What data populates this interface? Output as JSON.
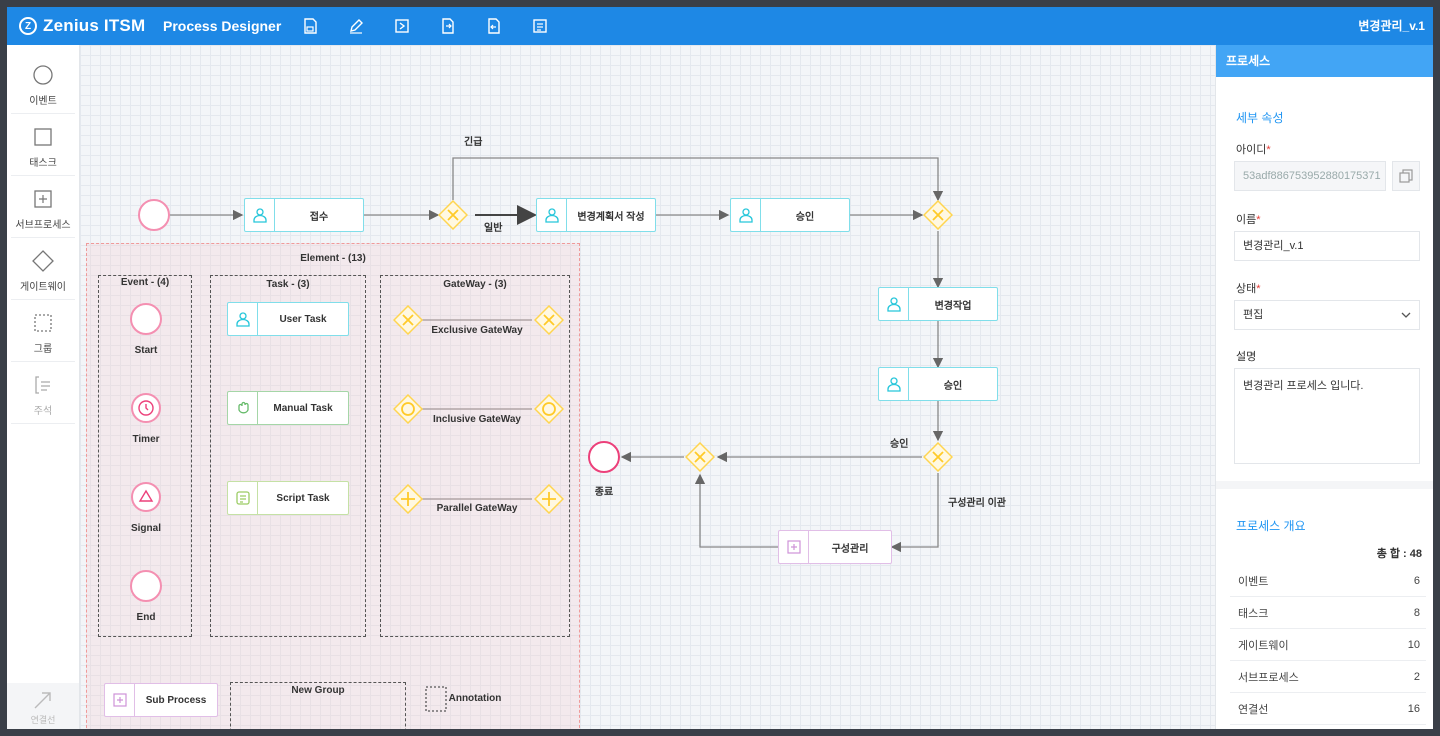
{
  "header": {
    "logo": "Zenius ITSM",
    "subtitle": "Process Designer",
    "tools": [
      "save-icon",
      "edit-icon",
      "export-icon",
      "import-icon",
      "save-as-icon",
      "simulate-icon"
    ],
    "doc_title": "변경관리_v.1"
  },
  "palette": {
    "items": [
      {
        "label": "이벤트",
        "icon": "circle-icon"
      },
      {
        "label": "태스크",
        "icon": "square-icon"
      },
      {
        "label": "서브프로세스",
        "icon": "plus-square-icon"
      },
      {
        "label": "게이트웨이",
        "icon": "diamond-icon"
      },
      {
        "label": "그룹",
        "icon": "dashed-square-icon"
      },
      {
        "label": "주석",
        "icon": "annotation-icon"
      }
    ],
    "connector_label": "연결선"
  },
  "diagram": {
    "tasks": {
      "receive": "접수",
      "plan": "변경계획서 작성",
      "approve1": "승인",
      "work": "변경작업",
      "approve2": "승인",
      "config": "구성관리"
    },
    "end_label": "종료",
    "edge_labels": {
      "urgent": "긴급",
      "normal": "일반",
      "approved": "승인",
      "config_related": "구성관리 이관"
    },
    "element_group": {
      "title": "Element - (13)",
      "event_group": {
        "title": "Event - (4)",
        "items": [
          "Start",
          "Timer",
          "Signal",
          "End"
        ]
      },
      "task_group": {
        "title": "Task - (3)",
        "items": [
          "User Task",
          "Manual Task",
          "Script Task"
        ]
      },
      "gateway_group": {
        "title": "GateWay - (3)",
        "items": [
          "Exclusive GateWay",
          "Inclusive GateWay",
          "Parallel GateWay"
        ]
      },
      "sub_process": "Sub Process",
      "new_group": "New Group",
      "annotation": "Annotation"
    }
  },
  "panel": {
    "title": "프로세스",
    "detail_title": "세부 속성",
    "id_label": "아이디",
    "id_value": "53adf886753952880175371",
    "name_label": "이름",
    "name_value": "변경관리_v.1",
    "status_label": "상태",
    "status_value": "편집",
    "desc_label": "설명",
    "desc_value": "변경관리 프로세스 입니다.",
    "overview_title": "프로세스 개요",
    "total": "총 합 : 48",
    "stats": [
      {
        "label": "이벤트",
        "value": "6"
      },
      {
        "label": "태스크",
        "value": "8"
      },
      {
        "label": "게이트웨이",
        "value": "10"
      },
      {
        "label": "서브프로세스",
        "value": "2"
      },
      {
        "label": "연결선",
        "value": "16"
      }
    ]
  },
  "colors": {
    "header": "#1e88e5",
    "panel_header": "#42a5f5",
    "task_border": "#80deea",
    "event_border": "#f48fb1",
    "gateway": "#ffe082",
    "subprocess_border": "#e1bee7"
  }
}
